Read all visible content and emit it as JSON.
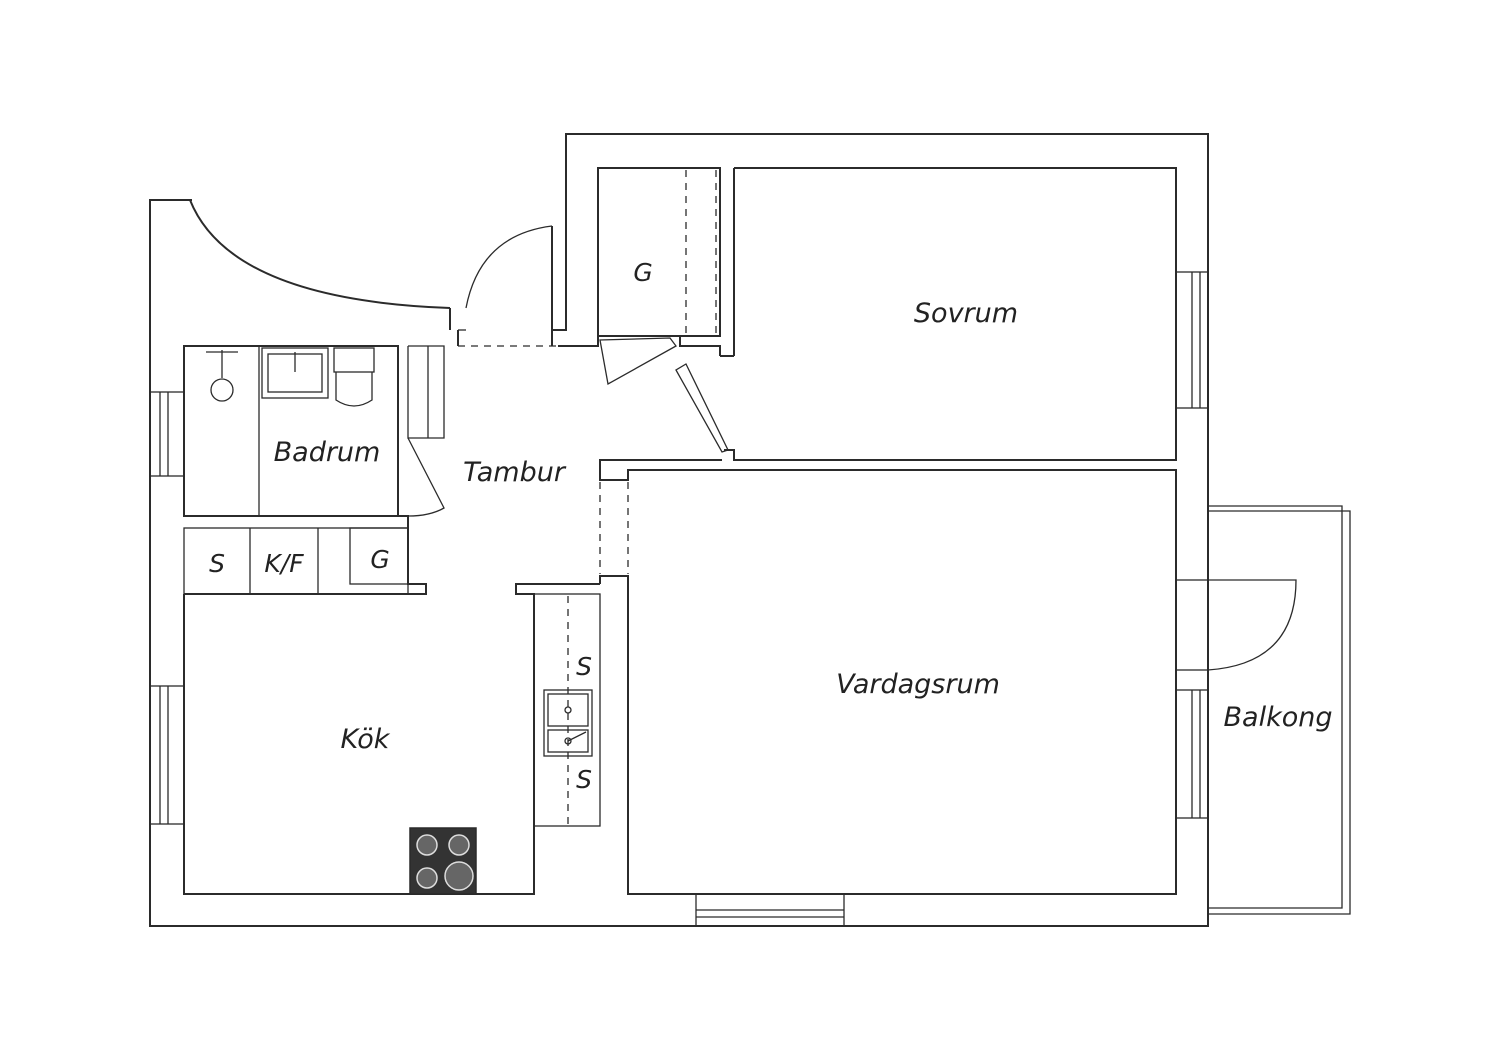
{
  "rooms": {
    "sovrum": "Sovrum",
    "vardagsrum": "Vardagsrum",
    "badrum": "Badrum",
    "tambur": "Tambur",
    "kok": "Kök",
    "balkong": "Balkong"
  },
  "fixtures": {
    "closet_upper": "G",
    "closet_hall": "G",
    "kitchen_s": "S",
    "kitchen_kf": "K/F",
    "counter_s_upper": "S",
    "counter_s_lower": "S"
  },
  "colors": {
    "line": "#2b2b2b",
    "stove": "#333333",
    "background": "#ffffff"
  }
}
